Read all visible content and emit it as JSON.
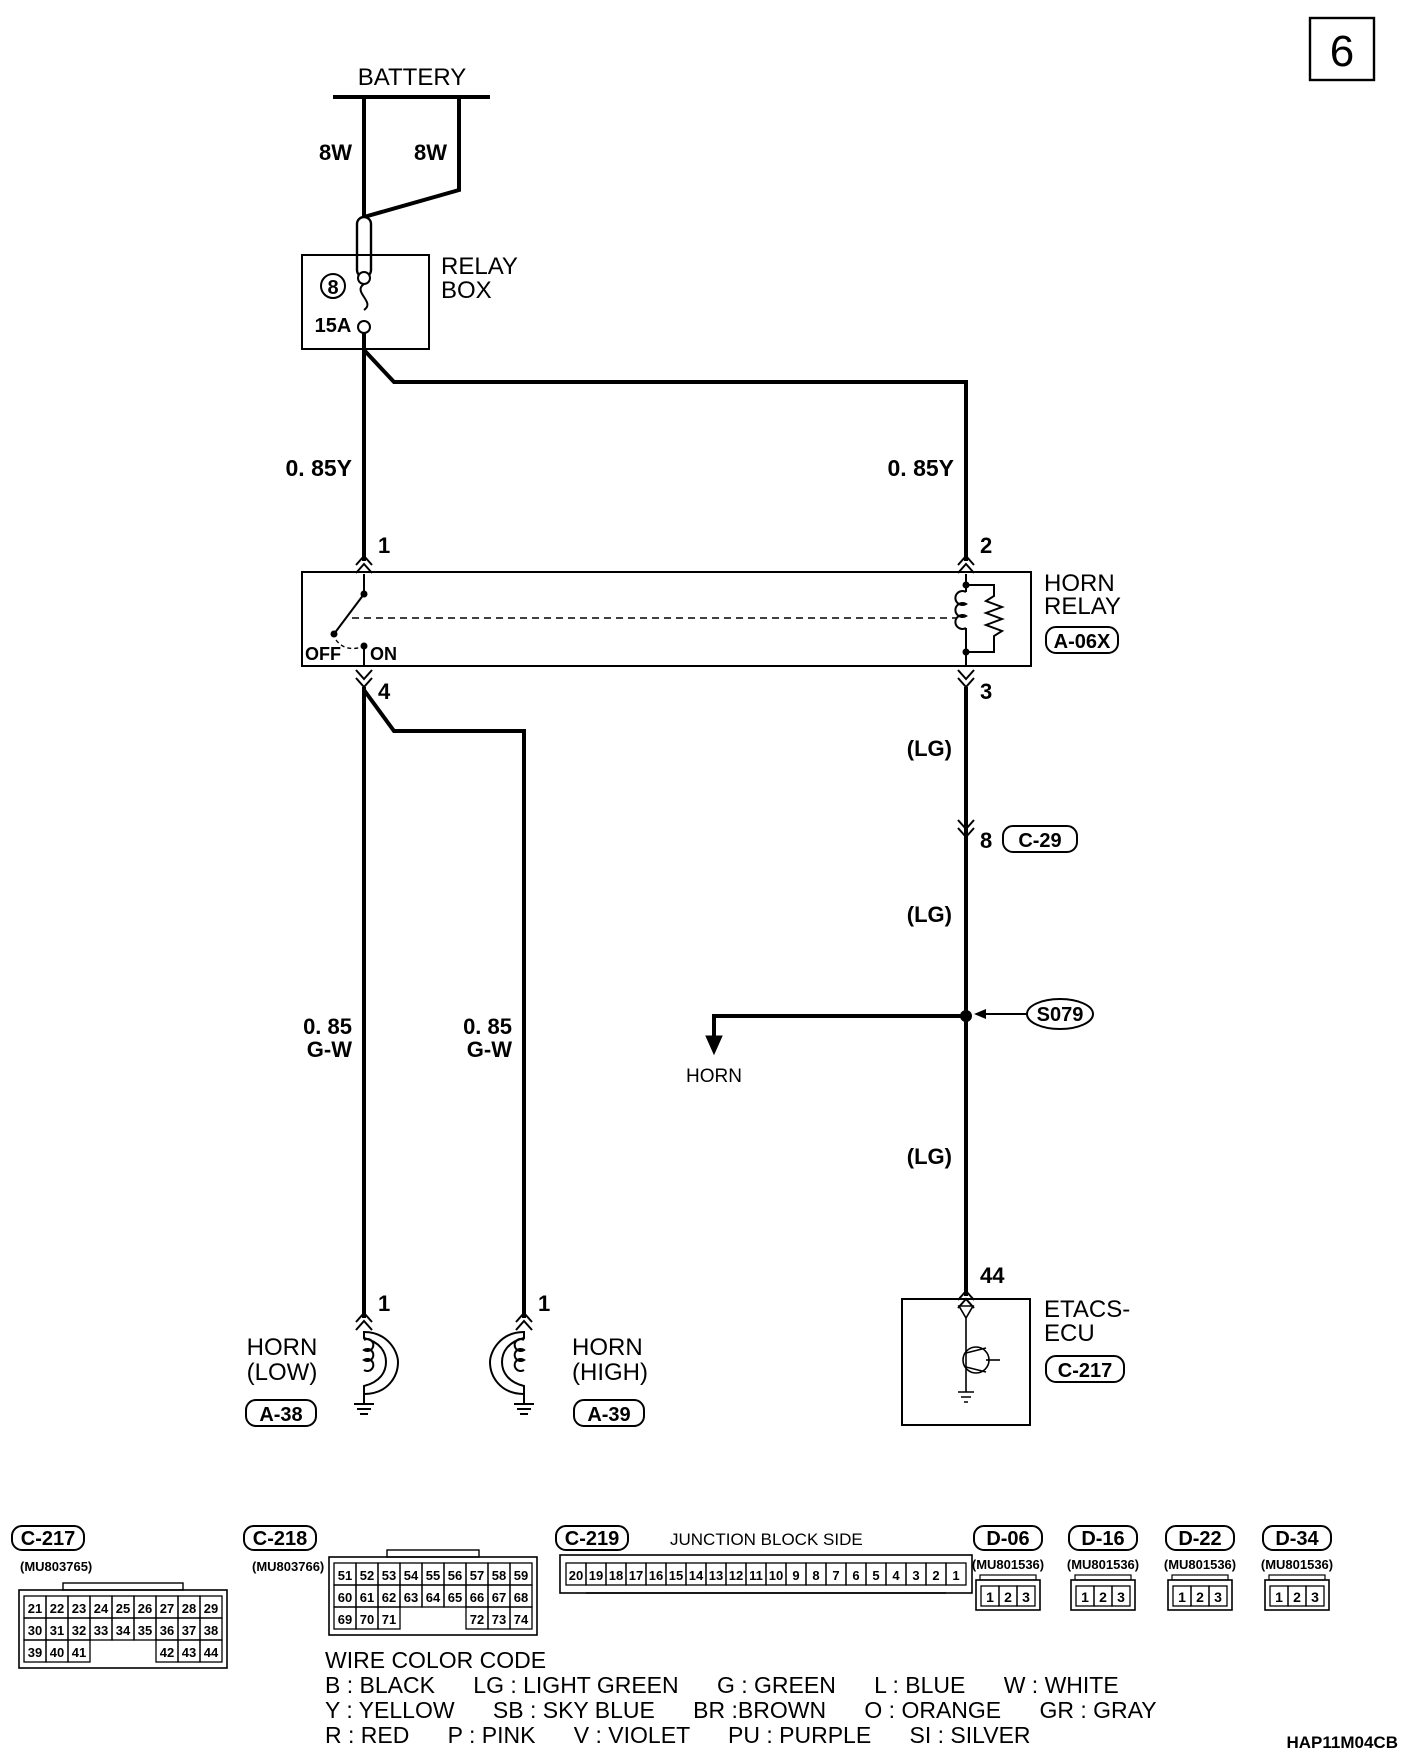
{
  "page_number": "6",
  "battery": {
    "label": "BATTERY",
    "wire_left": "8W",
    "wire_right": "8W"
  },
  "relay_box": {
    "line1": "RELAY",
    "line2": "BOX",
    "fuse_number": "8",
    "fuse_rating": "15A"
  },
  "wires": {
    "y_left": "0. 85Y",
    "y_right": "0. 85Y",
    "gw_low_1": "0. 85",
    "gw_low_2": "G-W",
    "gw_high_1": "0. 85",
    "gw_high_2": "G-W",
    "lg_1": "(LG)",
    "lg_2": "(LG)",
    "lg_3": "(LG)"
  },
  "horn_relay": {
    "line1": "HORN",
    "line2": "RELAY",
    "connector": "A-06X",
    "pin1": "1",
    "pin2": "2",
    "pin3": "3",
    "pin4": "4",
    "off": "OFF",
    "on": "ON"
  },
  "c29": {
    "pin": "8",
    "connector": "C-29"
  },
  "splice": {
    "id": "S079",
    "branch_label": "HORN"
  },
  "etacs": {
    "line1": "ETACS-",
    "line2": "ECU",
    "connector": "C-217",
    "pin": "44"
  },
  "horn_low": {
    "line1": "HORN",
    "line2": "(LOW)",
    "connector": "A-38",
    "pin": "1"
  },
  "horn_high": {
    "line1": "HORN",
    "line2": "(HIGH)",
    "connector": "A-39",
    "pin": "1"
  },
  "connectors": {
    "c217": {
      "id": "C-217",
      "part": "(MU803765)",
      "rows": [
        [
          "21",
          "22",
          "23",
          "24",
          "25",
          "26",
          "27",
          "28",
          "29"
        ],
        [
          "30",
          "31",
          "32",
          "33",
          "34",
          "35",
          "36",
          "37",
          "38"
        ],
        [
          "39",
          "40",
          "41",
          "",
          "",
          "",
          "42",
          "43",
          "44"
        ]
      ]
    },
    "c218": {
      "id": "C-218",
      "part": "(MU803766)",
      "rows": [
        [
          "51",
          "52",
          "53",
          "54",
          "55",
          "56",
          "57",
          "58",
          "59"
        ],
        [
          "60",
          "61",
          "62",
          "63",
          "64",
          "65",
          "66",
          "67",
          "68"
        ],
        [
          "69",
          "70",
          "71",
          "",
          "",
          "",
          "72",
          "73",
          "74"
        ]
      ]
    },
    "c219": {
      "id": "C-219",
      "side_label": "JUNCTION BLOCK SIDE",
      "pins": [
        "20",
        "19",
        "18",
        "17",
        "16",
        "15",
        "14",
        "13",
        "12",
        "11",
        "10",
        "9",
        "8",
        "7",
        "6",
        "5",
        "4",
        "3",
        "2",
        "1"
      ]
    },
    "small": [
      {
        "id": "D-06",
        "part": "(MU801536)",
        "pins": [
          "1",
          "2",
          "3"
        ]
      },
      {
        "id": "D-16",
        "part": "(MU801536)",
        "pins": [
          "1",
          "2",
          "3"
        ]
      },
      {
        "id": "D-22",
        "part": "(MU801536)",
        "pins": [
          "1",
          "2",
          "3"
        ]
      },
      {
        "id": "D-34",
        "part": "(MU801536)",
        "pins": [
          "1",
          "2",
          "3"
        ]
      }
    ]
  },
  "color_code": {
    "title": "WIRE COLOR CODE",
    "line1": "B : BLACK      LG : LIGHT GREEN      G : GREEN      L : BLUE      W : WHITE",
    "line2": "Y : YELLOW      SB : SKY BLUE      BR :BROWN      O : ORANGE      GR : GRAY",
    "line3": "R : RED      P : PINK      V : VIOLET      PU : PURPLE      SI : SILVER"
  },
  "diagram_code": "HAP11M04CB"
}
